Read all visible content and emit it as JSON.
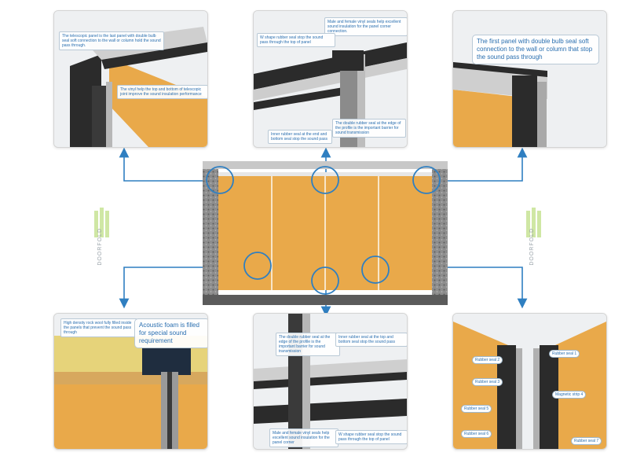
{
  "panels": {
    "top_left": {
      "notes": [
        "The telescopic panel is the last panel with double bulb seal soft connection to the wall or column hold the sound pass through.",
        "The vinyl help the top and bottom of telescopic joint improve the sound insulation performance"
      ]
    },
    "top_center": {
      "notes": [
        "Male and female vinyl seals help excellent sound insulation for the panel corner connection.",
        "W shape rubber seal stop the sound pass through the top of panel",
        "Inner rubber seal at the end and bottom seal stop the sound pass",
        "The double rubber seal at the edge of the profile is the important barrier for sound transmission"
      ]
    },
    "top_right": {
      "notes": [
        "The first panel with double bulb seal soft connection to the wall or column that stop the sound pass through"
      ]
    },
    "bottom_left": {
      "notes": [
        "High density rock wool fully filled inside the panels that prevent the sound pass through",
        "Acoustic foam is filled for special sound requirement"
      ]
    },
    "bottom_center": {
      "notes": [
        "The double rubber seal at the edge of the profile is the important barrier for sound transmission",
        "Inner rubber seal at the top and bottom seal stop the sound pass",
        "Male and female vinyl seals help excellent sound insulation for the panel corner",
        "W shape rubber seal stop the sound pass through the top of panel"
      ]
    },
    "bottom_right": {
      "labels": [
        "Rubber seal 1",
        "Rubber seal 2",
        "Rubber seal 3",
        "Rubber seal 5",
        "Rubber seal 6",
        "Magnetic strip 4",
        "Rubber seal 7"
      ]
    }
  },
  "brand": {
    "name": "DOORFOLD"
  },
  "colors": {
    "accent": "#2f7fc1",
    "wood": "#e9a94a",
    "rockwool": "#8c8c8c",
    "profile": "#2b2b2b"
  }
}
